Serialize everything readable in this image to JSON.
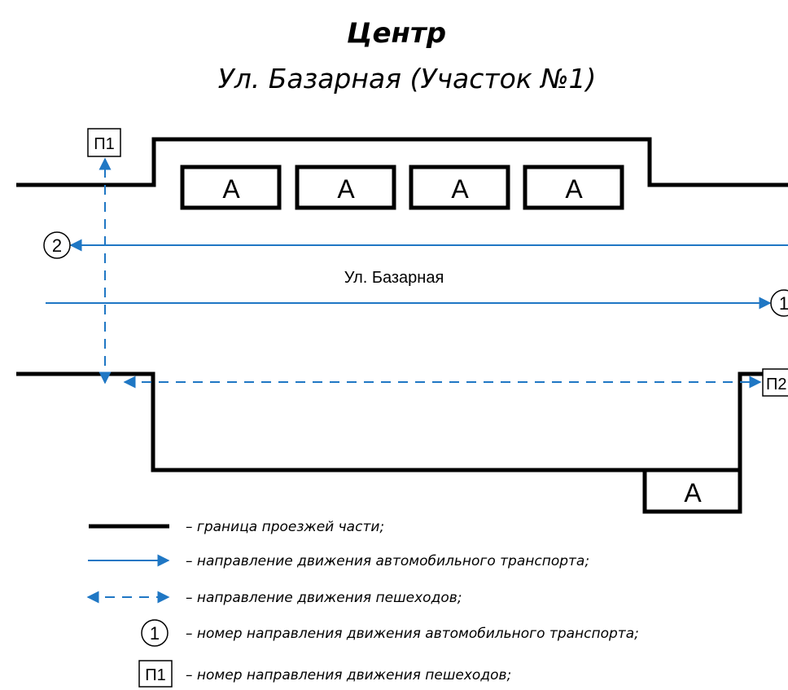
{
  "title": "Центр",
  "subtitle": "Ул. Базарная (Участок №1)",
  "street_label": "Ул. Базарная",
  "parking_label": "А",
  "vehicle_directions": [
    {
      "number": "1"
    },
    {
      "number": "2"
    }
  ],
  "pedestrian_directions": [
    {
      "label": "П1"
    },
    {
      "label": "П2"
    }
  ],
  "legend": {
    "road_boundary": "– граница проезжей части;",
    "vehicle_direction": "– направление движения автомобильного транспорта;",
    "pedestrian_direction": "– направление движения пешеходов;",
    "vehicle_number": "– номер направления движения автомобильного транспорта;",
    "vehicle_number_sample": "1",
    "pedestrian_number": "– номер направления движения пешеходов;",
    "pedestrian_number_sample": "П1"
  },
  "colors": {
    "road": "#000000",
    "vehicle": "#1f77c4",
    "pedestrian": "#1f77c4"
  }
}
